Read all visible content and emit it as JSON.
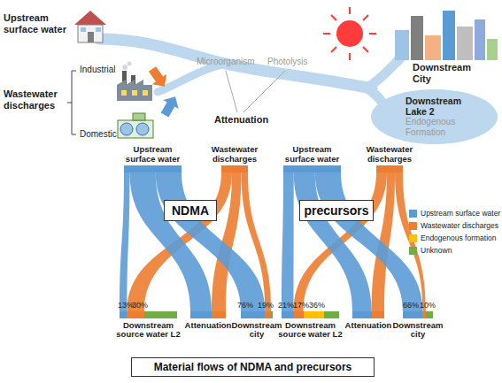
{
  "diagram": {
    "nodes": [
      {
        "text": [
          "Downstream Lake 2",
          "Endogenous Formation"
        ]
      },
      {
        "text": [
          "Upstream surface water"
        ]
      },
      {
        "text": [
          "Wastewater discharges"
        ]
      },
      {
        "text": [
          "Upstream surface water"
        ]
      },
      {
        "text": [
          "Wastewater discharges"
        ]
      },
      {
        "text": [
          "NDMA"
        ]
      },
      {
        "text": [
          "precursors"
        ]
      },
      {
        "text": [
          "Downstream source water L2"
        ]
      },
      {
        "text": [
          "Attenuation"
        ]
      },
      {
        "text": [
          "Downstream city"
        ]
      },
      {
        "text": [
          "Downstream source water L2"
        ]
      },
      {
        "text": [
          "Attenuation"
        ]
      },
      {
        "text": [
          "Downstream city"
        ]
      },
      {
        "text": [
          "Material flows of NDMA and precursors"
        ]
      }
    ],
    "edges": [
      {
        "from": 1,
        "to": 7,
        "arrow": "none"
      },
      {
        "from": 1,
        "to": 8,
        "arrow": "none"
      },
      {
        "from": 1,
        "to": 9,
        "arrow": "none"
      },
      {
        "from": 2,
        "to": 7,
        "arrow": "none"
      },
      {
        "from": 2,
        "to": 8,
        "arrow": "none"
      },
      {
        "from": 2,
        "to": 9,
        "arrow": "none"
      },
      {
        "from": 3,
        "to": 10,
        "arrow": "none"
      },
      {
        "from": 3,
        "to": 11,
        "arrow": "none"
      },
      {
        "from": 3,
        "to": 12,
        "arrow": "none"
      },
      {
        "from": 4,
        "to": 10,
        "arrow": "none"
      },
      {
        "from": 4,
        "to": 11,
        "arrow": "none"
      },
      {
        "from": 4,
        "to": 12,
        "arrow": "none"
      }
    ],
    "labels": [
      "Upstream surface water",
      "Wastewater discharges",
      "Industrial",
      "Domestic",
      "Microorganism",
      "Photolysis",
      "Attenuation",
      "Downstream City",
      "13%",
      "30%",
      "76%",
      "19%",
      "21%",
      "17%",
      "36%",
      "66%",
      "10%"
    ],
    "legend": [
      {
        "text": "Upstream surface water",
        "color": "#5b9bd5"
      },
      {
        "text": "Wastewater discharges",
        "color": "#ed7d31"
      },
      {
        "text": "Endogenous formation",
        "color": "#ffc000"
      },
      {
        "text": "Unknown",
        "color": "#70ad47"
      }
    ]
  }
}
